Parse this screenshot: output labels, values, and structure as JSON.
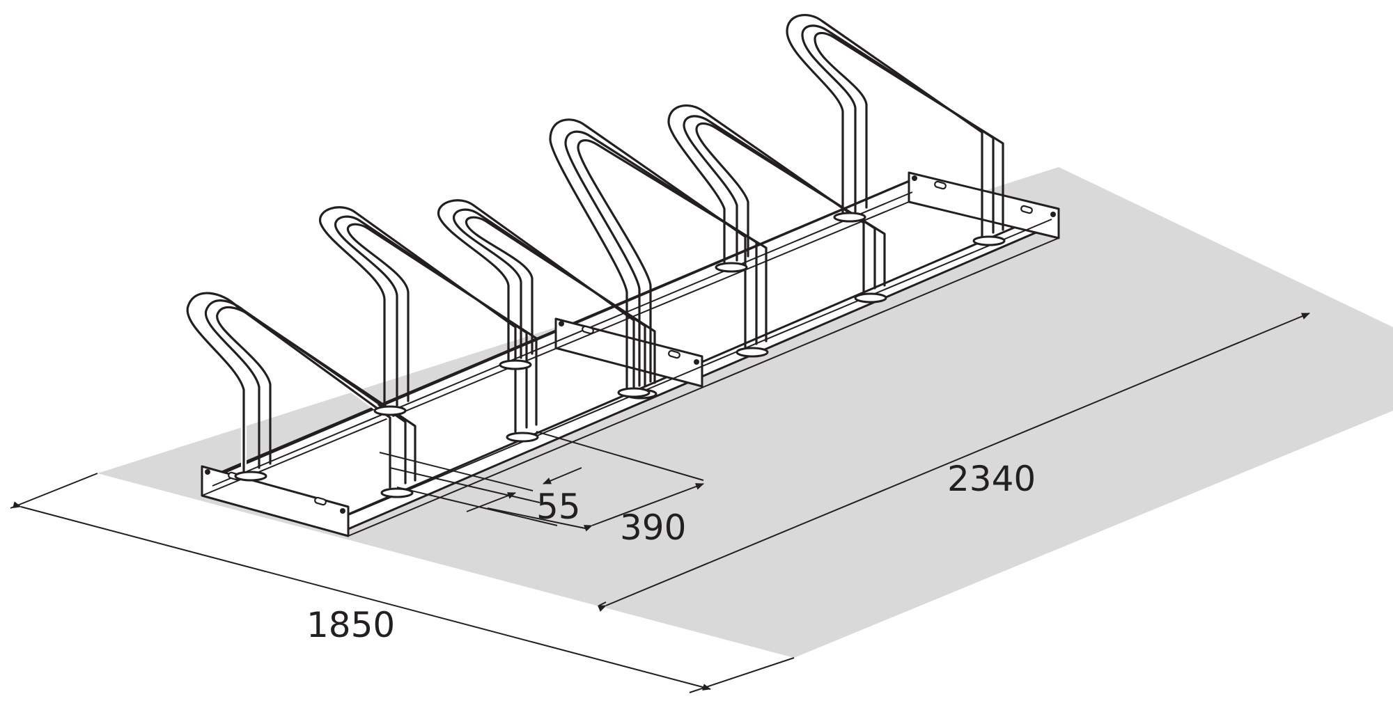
{
  "dimensions": {
    "overall_width": "1850",
    "overall_length": "2340",
    "spacing": "390",
    "tube_offset": "55"
  },
  "colors": {
    "footprint": "#d9d9d9",
    "line": "#231f20",
    "background": "#ffffff"
  },
  "rack": {
    "stand_count": 6
  }
}
